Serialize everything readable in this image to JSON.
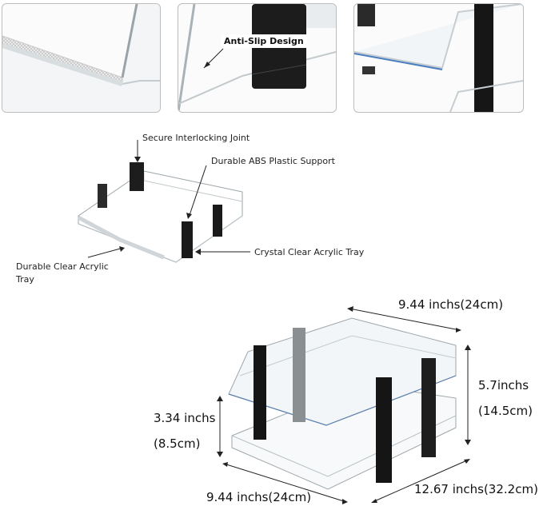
{
  "panels": {
    "middle_badge": "Anti-Slip Design"
  },
  "diagram_labels": {
    "joint": "Secure Interlocking Joint",
    "support": "Durable ABS Plastic Support",
    "crystal_tray": "Crystal Clear Acrylic Tray",
    "clear_tray_line1": "Durable Clear Acrylic",
    "clear_tray_line2": "Tray"
  },
  "dimensions": {
    "top_width": "9.44 inchs(24cm)",
    "right_height_in": "5.7inchs",
    "right_height_cm": "(14.5cm)",
    "left_height_in": "3.34 inchs",
    "left_height_cm": "(8.5cm)",
    "bottom_width": "9.44 inchs(24cm)",
    "bottom_depth": "12.67 inchs(32.2cm)"
  }
}
